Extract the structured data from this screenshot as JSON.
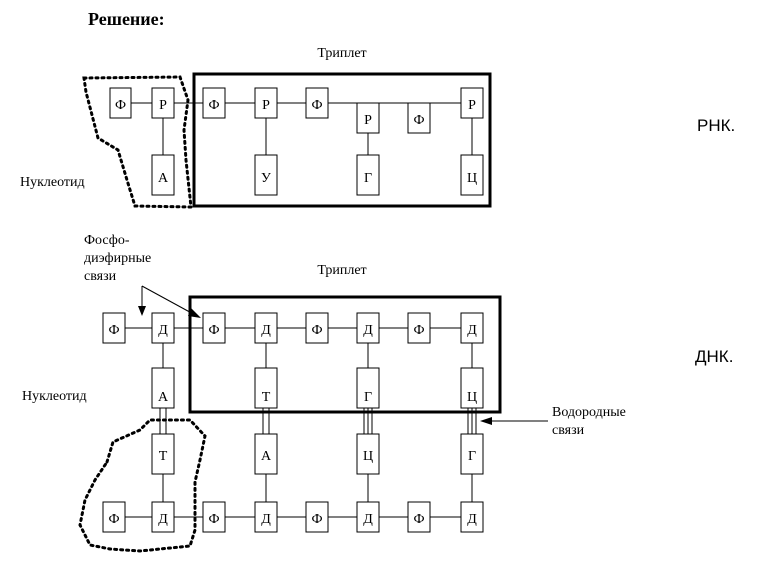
{
  "heading": "Решение:",
  "rna": {
    "triplet_label": "Триплет",
    "nucleotide_label": "Нуклеотид",
    "molecule_label": "РНК.",
    "outside": [
      "Ф",
      "Р",
      "А"
    ],
    "units": [
      {
        "phosphate": "Ф",
        "sugar": "Р",
        "base": "У"
      },
      {
        "phosphate": "Ф",
        "sugar": "Р",
        "base": "Г"
      },
      {
        "phosphate": "Ф",
        "sugar": "Р",
        "base": "Ц"
      }
    ]
  },
  "dna": {
    "phosphodiester_label": [
      "Фосфо-",
      "диэфирные",
      "связи"
    ],
    "triplet_label": "Триплет",
    "nucleotide_label": "Нуклеотид",
    "molecule_label": "ДНК.",
    "hydrogen_label": [
      "Водородные",
      "связи"
    ],
    "top_outside": [
      "Ф",
      "Д",
      "А"
    ],
    "top_units": [
      {
        "phosphate": "Ф",
        "sugar": "Д",
        "base": "Т"
      },
      {
        "phosphate": "Ф",
        "sugar": "Д",
        "base": "Г"
      },
      {
        "phosphate": "Ф",
        "sugar": "Д",
        "base": "Ц"
      }
    ],
    "bottom_bases": [
      "Т",
      "А",
      "Ц",
      "Г"
    ],
    "bottom_backbone": [
      "Ф",
      "Д",
      "Ф",
      "Д",
      "Ф",
      "Д",
      "Ф",
      "Д"
    ]
  }
}
